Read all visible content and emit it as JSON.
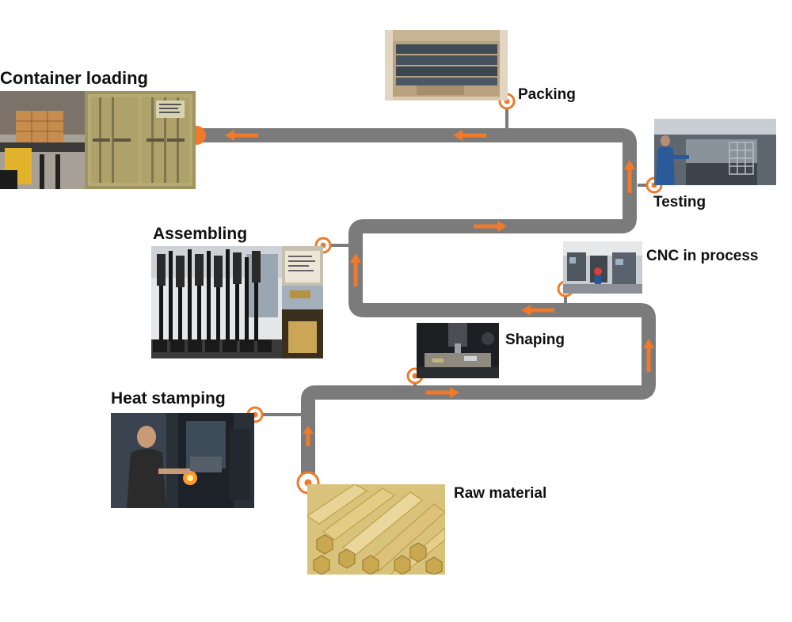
{
  "colors": {
    "pipe": "#7b7b7b",
    "arrow": "#f07a2a",
    "node": "#f07a2a"
  },
  "steps": {
    "raw_material": "Raw material",
    "heat_stamping": "Heat stamping",
    "shaping": "Shaping",
    "cnc": "CNC in process",
    "assembling": "Assembling",
    "testing": "Testing",
    "packing": "Packing",
    "container_loading": "Container loading"
  },
  "photos": [
    "raw-material-brass-hex-bars",
    "heat-stamping-worker-at-press",
    "shaping-machine",
    "cnc-workshop",
    "assembled-parts-rack",
    "testing-station",
    "packing-box",
    "container-loading-forklift",
    "shipping-container"
  ],
  "process_order": [
    "raw_material",
    "heat_stamping",
    "shaping",
    "cnc",
    "assembling",
    "testing",
    "packing",
    "container_loading"
  ]
}
